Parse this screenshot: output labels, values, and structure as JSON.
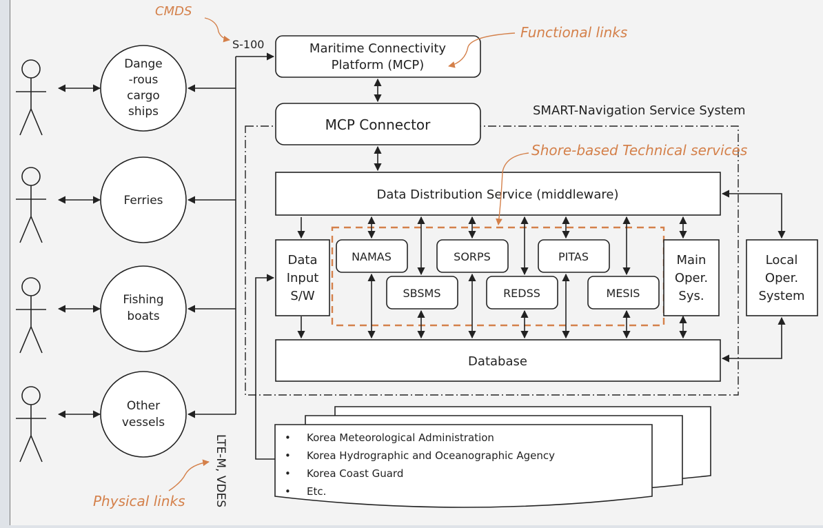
{
  "title": "SMART-Navigation Service System",
  "platform": {
    "line1": "Maritime Connectivity",
    "line2": "Platform (MCP)"
  },
  "connector": "MCP Connector",
  "dds": "Data Distribution Service (middleware)",
  "database": "Database",
  "data_input": [
    "Data",
    "Input",
    "S/W"
  ],
  "main_oper": [
    "Main",
    "Oper.",
    "Sys."
  ],
  "local_oper": [
    "Local",
    "Oper.",
    "System"
  ],
  "services": {
    "top": [
      "NAMAS",
      "SORPS",
      "PITAS"
    ],
    "bottom": [
      "SBSMS",
      "REDSS",
      "MESIS"
    ]
  },
  "ships": [
    {
      "lines": [
        "Dange",
        "-rous",
        "cargo",
        "ships"
      ]
    },
    {
      "lines": [
        "Ferries"
      ]
    },
    {
      "lines": [
        "Fishing",
        "boats"
      ]
    },
    {
      "lines": [
        "Other",
        "vessels"
      ]
    }
  ],
  "sources": [
    "Korea Meteorological Administration",
    "Korea Hydrographic and Oceanographic  Agency",
    "Korea Coast Guard",
    "Etc."
  ],
  "labels": {
    "cmds": "CMDS",
    "s100": "S-100",
    "functional_links": "Functional links",
    "shore_services": "Shore-based Technical services",
    "physical_links": "Physical links",
    "lte": "LTE-M, VDES"
  },
  "colors": {
    "annotation": "#d4804a",
    "line": "#222222",
    "box_fill": "#ffffff",
    "background": "#f3f3f3"
  }
}
